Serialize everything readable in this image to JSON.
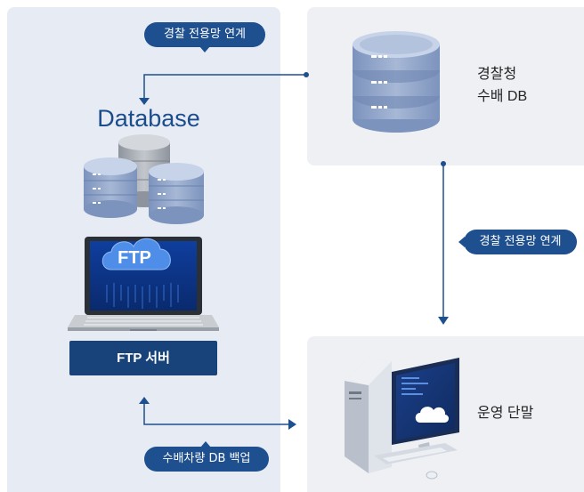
{
  "diagram": {
    "connector_top_label": "경찰 전용망 연계",
    "connector_right_label": "경찰 전용망 연계",
    "connector_bottom_label": "수배차량 DB 백업",
    "database_title": "Database",
    "ftp_cloud_text": "FTP",
    "ftp_server_label": "FTP 서버",
    "police_db_line1": "경찰청",
    "police_db_line2": "수배 DB",
    "terminal_label": "운영 단말"
  },
  "colors": {
    "navy": "#1e4f8f",
    "dark_navy": "#17427a",
    "left_panel": "#e7ebf4",
    "right_panel": "#eef0f3",
    "db_cylinder": "#8fa6cc"
  },
  "icons": [
    "database-cylinder-icon",
    "database-stack-icon",
    "ftp-laptop-icon",
    "cloud-icon",
    "desktop-computer-icon"
  ]
}
